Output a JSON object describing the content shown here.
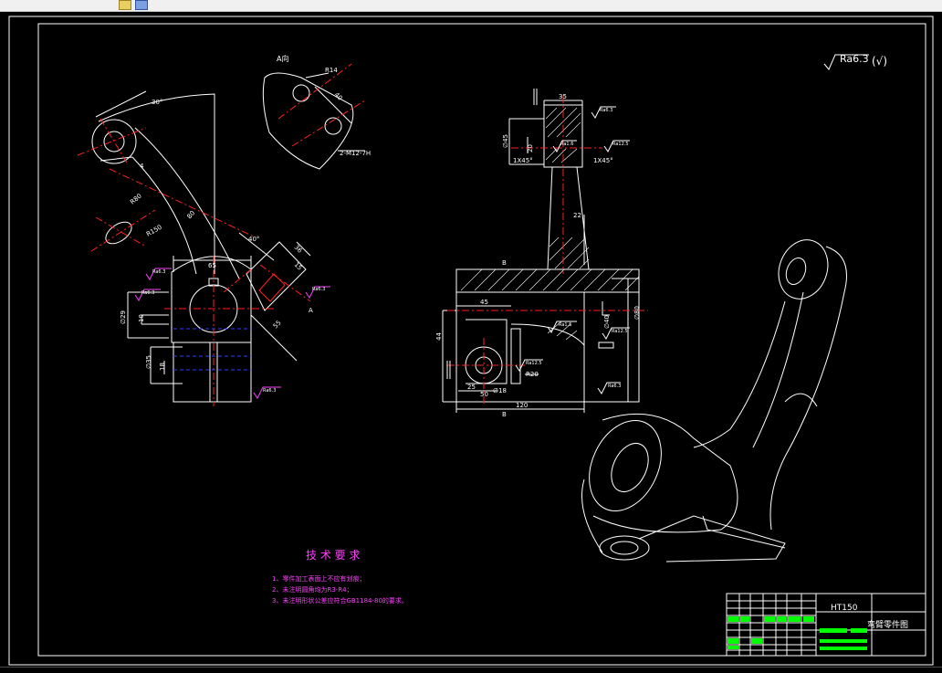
{
  "drawing": {
    "section_label": "A向",
    "surface_symbol": "Ra6.3",
    "surface_paren": "(√)",
    "front_view": {
      "dim_angle_30": "30°",
      "dim_r4": "4",
      "dim_r80": "R80",
      "dim_r150": "R150",
      "dim_80": "80",
      "dim_40deg": "40°",
      "dim_65": "65",
      "dim_36": "36",
      "dim_15": "15",
      "dim_55": "55",
      "dim_29": "∅29",
      "dim_10": "10",
      "dim_35": "∅35",
      "dim_18": "18",
      "dim_ra": "Ra6.3",
      "dim_a": "A"
    },
    "aux_view": {
      "dim_r14": "R14",
      "dim_40": "40",
      "dim_thread": "2-M12-7H"
    },
    "side_view": {
      "dim_35": "35",
      "dim_45": "∅45",
      "dim_20": "20",
      "dim_chamfer1": "1X45°",
      "dim_chamfer2": "1X45°",
      "dim_22": "22",
      "dim_b_top": "B",
      "dim_b_bottom": "B",
      "dim_45h": "45",
      "dim_40": "∅40",
      "dim_80": "∅80",
      "dim_44": "44",
      "dim_r20": "R20",
      "dim_18": "∅18",
      "dim_25": "25",
      "dim_50": "50",
      "dim_120": "120",
      "ra_a": "Ra6.3",
      "ra_b": "Ra12.5",
      "ra_c": "Ra1.6",
      "ra_d": "Ra3.2"
    },
    "tech_req": {
      "title": "技 术 要 求",
      "items": [
        "1、零件加工表面上不应有划痕；",
        "2、未注明圆角均为R3-R4；",
        "3、未注明形状公差应符合GB1184-80的要求。"
      ]
    },
    "title_block": {
      "material": "HT150",
      "part_name": "弯臂零件图"
    }
  },
  "colors": {
    "background": "#000000",
    "line": "#ffffff",
    "center": "#ff2020",
    "hidden": "#2a40ff",
    "tech_title": "#ff40ff",
    "tech_text": "#ff40ff",
    "frame": "#ffffff",
    "title_block": "#00ff00",
    "dim_text": "#ffffff"
  }
}
